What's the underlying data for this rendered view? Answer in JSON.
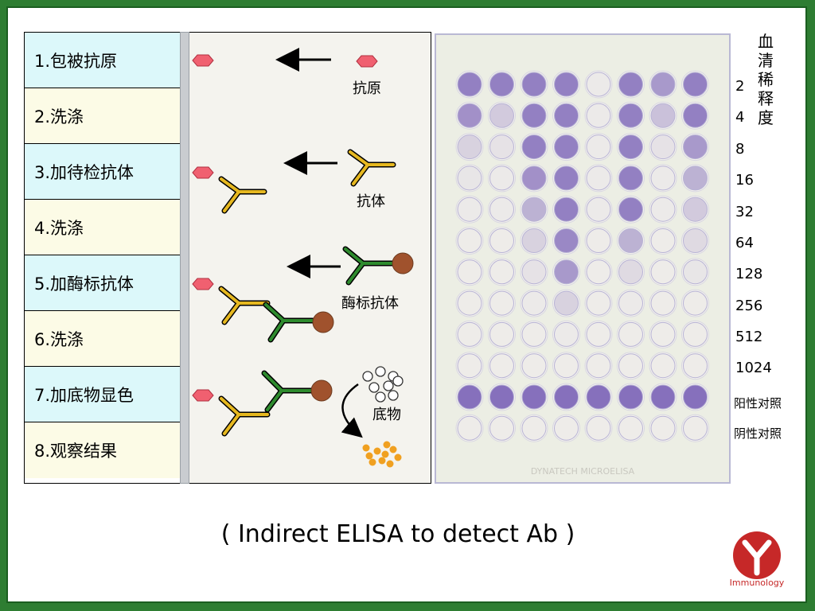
{
  "steps": [
    {
      "label": "1.包被抗原"
    },
    {
      "label": "2.洗涤"
    },
    {
      "label": "3.加待检抗体"
    },
    {
      "label": "4.洗涤"
    },
    {
      "label": "5.加酶标抗体"
    },
    {
      "label": "6.洗涤"
    },
    {
      "label": "7.加底物显色"
    },
    {
      "label": "8.观察结果"
    }
  ],
  "diagram_labels": {
    "antigen": "抗原",
    "antibody": "抗体",
    "enzyme_antibody": "酶标抗体",
    "substrate": "底物"
  },
  "dilution": {
    "title": "血清稀释度",
    "values": [
      "2",
      "4",
      "8",
      "16",
      "32",
      "64",
      "128",
      "256",
      "512",
      "1024"
    ],
    "positive_control": "阳性对照",
    "negative_control": "阴性对照"
  },
  "plate": {
    "intensity": [
      [
        0.7,
        0.7,
        0.7,
        0.7,
        0.05,
        0.7,
        0.55,
        0.7
      ],
      [
        0.6,
        0.25,
        0.7,
        0.7,
        0.05,
        0.7,
        0.3,
        0.7
      ],
      [
        0.2,
        0.1,
        0.7,
        0.7,
        0.05,
        0.7,
        0.1,
        0.55
      ],
      [
        0.08,
        0.05,
        0.6,
        0.7,
        0.05,
        0.7,
        0.05,
        0.4
      ],
      [
        0.05,
        0.05,
        0.4,
        0.7,
        0.05,
        0.7,
        0.05,
        0.25
      ],
      [
        0.03,
        0.03,
        0.2,
        0.65,
        0.03,
        0.4,
        0.03,
        0.15
      ],
      [
        0.03,
        0.03,
        0.1,
        0.55,
        0.03,
        0.15,
        0.03,
        0.08
      ],
      [
        0.02,
        0.02,
        0.05,
        0.2,
        0.02,
        0.05,
        0.02,
        0.04
      ],
      [
        0.02,
        0.02,
        0.02,
        0.05,
        0.02,
        0.02,
        0.02,
        0.02
      ],
      [
        0.02,
        0.02,
        0.02,
        0.02,
        0.02,
        0.02,
        0.02,
        0.02
      ],
      [
        0.8,
        0.8,
        0.8,
        0.8,
        0.8,
        0.8,
        0.8,
        0.8
      ],
      [
        0.0,
        0.0,
        0.0,
        0.0,
        0.0,
        0.0,
        0.0,
        0.0
      ]
    ],
    "well_color": "#6a4fb0",
    "brand_text": "DYNATECH MICROELISA"
  },
  "caption": "( Indirect ELISA to detect Ab )",
  "logo": {
    "text": "Immunology",
    "color": "#c62828"
  },
  "colors": {
    "antigen": "#f06070",
    "antibody": "#e6b820",
    "enzyme_antibody": "#2e8b2e",
    "enzyme": "#a0522d",
    "product": "#f0a020"
  }
}
